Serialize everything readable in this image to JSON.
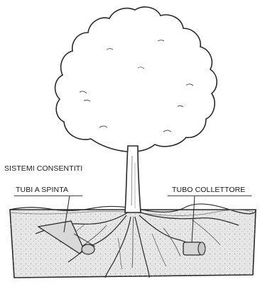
{
  "labels": {
    "title": "SISTEMI CONSENTITI",
    "left": "TUBI A SPINTA",
    "right": "TUBO COLLETTORE"
  },
  "colors": {
    "ink": "#2a2a2a",
    "ground_fill": "#e9e9e9",
    "pipe_fill": "#d6d6d6"
  }
}
